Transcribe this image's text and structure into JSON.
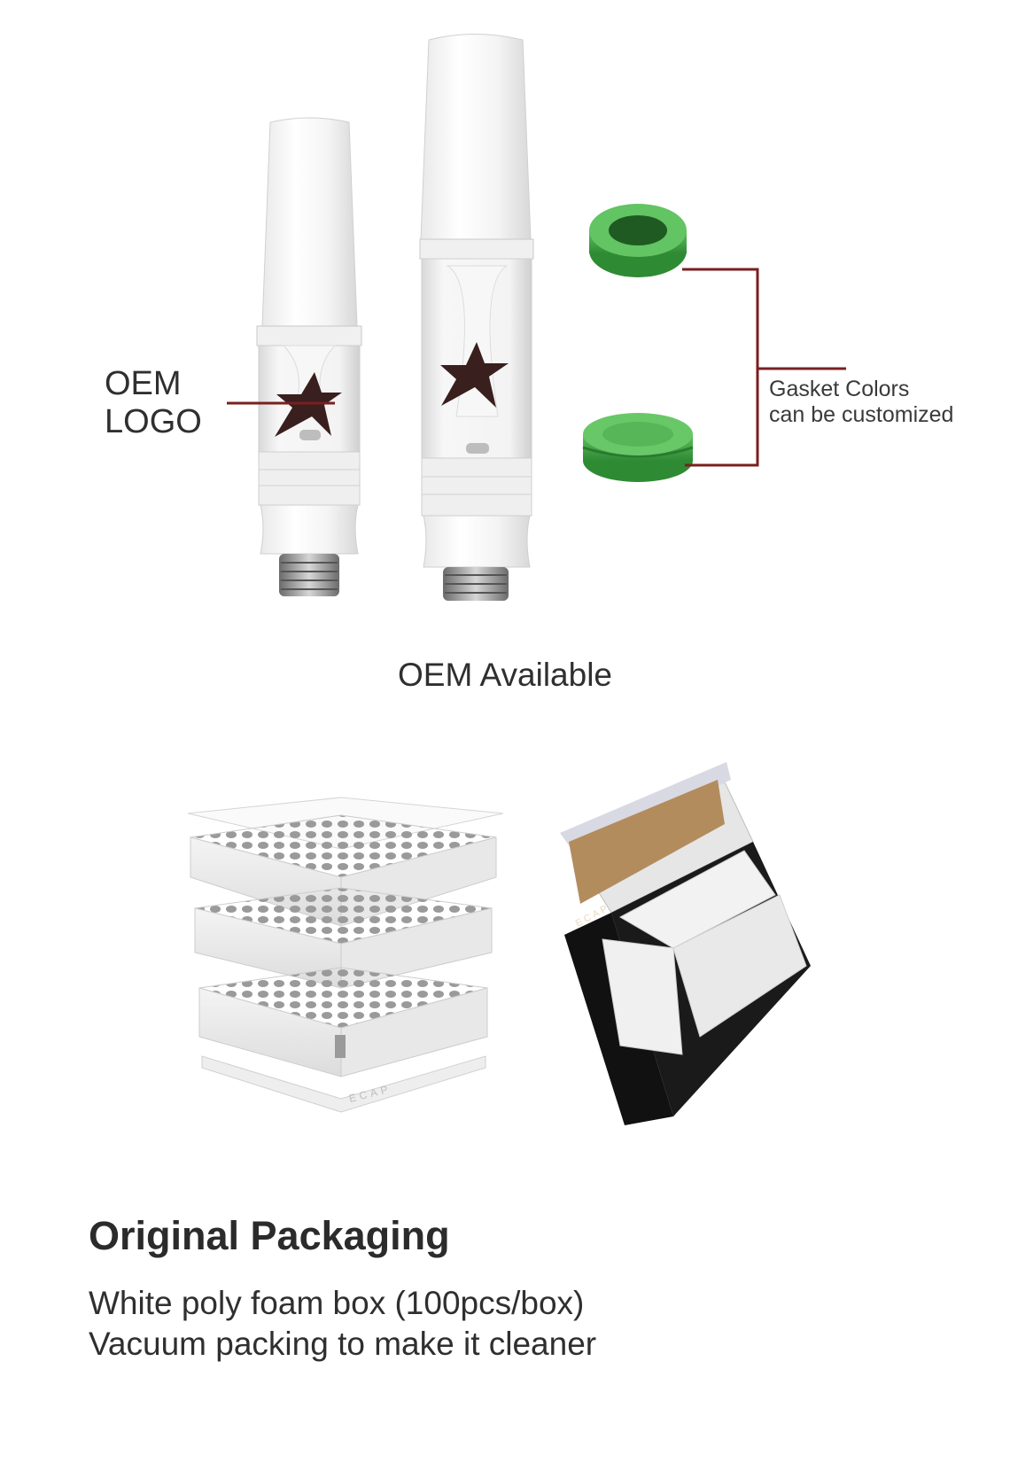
{
  "oem": {
    "logo_label": "OEM\nLOGO",
    "gasket_label": "Gasket Colors\ncan be customized",
    "available_label": "OEM Available"
  },
  "packaging": {
    "title": "Original Packaging",
    "line1": "White poly foam box (100pcs/box)",
    "line2": "Vacuum packing to make it cleaner",
    "brand_mark": "ECAP"
  },
  "colors": {
    "callout_line": "#7a1f1f",
    "gasket_green": "#4aa84a",
    "star": "#3a1f1f"
  }
}
